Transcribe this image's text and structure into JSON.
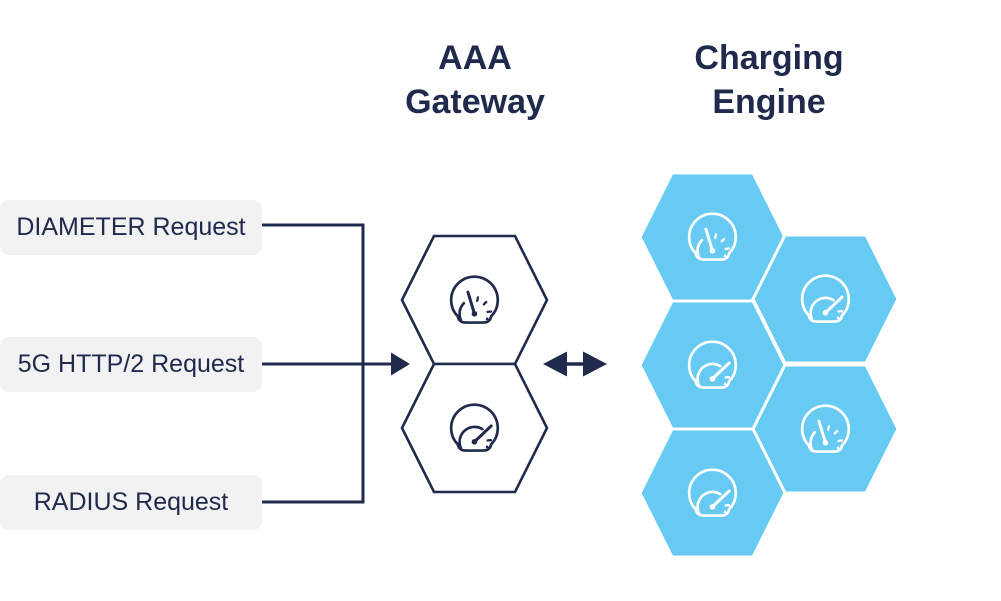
{
  "headers": {
    "aaa_gateway": {
      "lines": [
        "AAA",
        "Gateway"
      ]
    },
    "charging_engine": {
      "lines": [
        "Charging",
        "Engine"
      ]
    }
  },
  "requests": {
    "items": [
      {
        "label": "DIAMETER Request"
      },
      {
        "label": "5G HTTP/2 Request"
      },
      {
        "label": "RADIUS Request"
      }
    ]
  },
  "gateway": {
    "hexagon_count": 2,
    "icon": "gauge-icon"
  },
  "charging_engine": {
    "hexagon_count": 5,
    "icon": "gauge-icon"
  },
  "connectors": {
    "fan_in": "three request lines merge into right-arrow into AAA Gateway",
    "gateway_engine_link": "double-headed-arrow"
  },
  "icons": {
    "gauge": "speedometer-gauge",
    "right_arrow": "▶",
    "double_arrow": "◀—▶"
  },
  "colors": {
    "navy": "#202a4c",
    "engine_blue": "#66caf3",
    "label_bg": "#f2f2f3",
    "background": "#ffffff"
  }
}
